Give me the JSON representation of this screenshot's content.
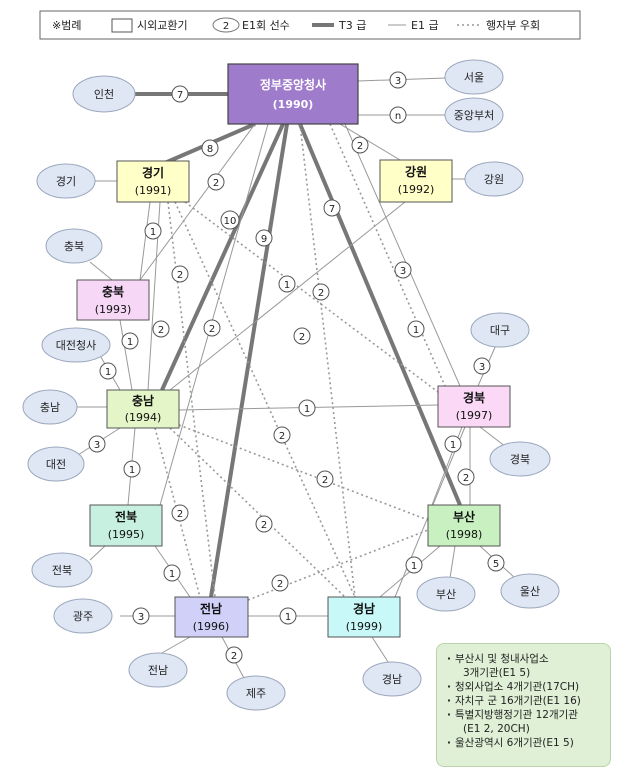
{
  "legend": {
    "title": "※범례",
    "system_label": "시외교환기",
    "count_sample": "2",
    "count_label": "E1회 선수",
    "t3_label": "T3 급",
    "e1_label": "E1 급",
    "dotted_label": "행자부 우회"
  },
  "systems": [
    {
      "id": "center",
      "title": "정부중앙청사",
      "year": "(1990)",
      "color": "#9f7bcb"
    },
    {
      "id": "gyeonggi",
      "title": "경기",
      "year": "(1991)",
      "color": "#ffffc8"
    },
    {
      "id": "gangwon",
      "title": "강원",
      "year": "(1992)",
      "color": "#ffffc8"
    },
    {
      "id": "chungbuk",
      "title": "충북",
      "year": "(1993)",
      "color": "#f6d8f6"
    },
    {
      "id": "chungnam",
      "title": "충남",
      "year": "(1994)",
      "color": "#e4f6c8"
    },
    {
      "id": "gyeongbuk",
      "title": "경북",
      "year": "(1997)",
      "color": "#fbd8f6"
    },
    {
      "id": "jeonbuk",
      "title": "전북",
      "year": "(1995)",
      "color": "#c8f0e0"
    },
    {
      "id": "busan",
      "title": "부산",
      "year": "(1998)",
      "color": "#c8f0c0"
    },
    {
      "id": "jeonnam",
      "title": "전남",
      "year": "(1996)",
      "color": "#d0d0f8"
    },
    {
      "id": "gyeongnam",
      "title": "경남",
      "year": "(1999)",
      "color": "#c8f8f8"
    }
  ],
  "nodes": [
    {
      "id": "incheon",
      "label": "인천"
    },
    {
      "id": "seoul",
      "label": "서울"
    },
    {
      "id": "ministries",
      "label": "중앙부처"
    },
    {
      "id": "gyeonggi_n",
      "label": "경기"
    },
    {
      "id": "gangwon_n",
      "label": "강원"
    },
    {
      "id": "chungbuk_n",
      "label": "충북"
    },
    {
      "id": "daejeon_gov",
      "label": "대전청사"
    },
    {
      "id": "chungnam_n",
      "label": "충남"
    },
    {
      "id": "daejeon",
      "label": "대전"
    },
    {
      "id": "daegu",
      "label": "대구"
    },
    {
      "id": "gyeongbuk_n",
      "label": "경북"
    },
    {
      "id": "jeonbuk_n",
      "label": "전북"
    },
    {
      "id": "busan_n",
      "label": "부산"
    },
    {
      "id": "ulsan",
      "label": "울산"
    },
    {
      "id": "gwangju",
      "label": "광주"
    },
    {
      "id": "jeonnam_n",
      "label": "전남"
    },
    {
      "id": "jeju",
      "label": "제주"
    },
    {
      "id": "gyeongnam_n",
      "label": "경남"
    }
  ],
  "counts": [
    "7",
    "3",
    "n",
    "8",
    "2",
    "2",
    "10",
    "9",
    "7",
    "3",
    "1",
    "2",
    "1",
    "2",
    "2",
    "1",
    "2",
    "2",
    "1",
    "1",
    "1",
    "3",
    "1",
    "1",
    "3",
    "1",
    "2",
    "2",
    "2",
    "2",
    "2",
    "1",
    "5",
    "3",
    "1",
    "2",
    "2",
    "2"
  ],
  "notes": [
    "부산시 및 청내사업소",
    "3개기관(E1 5)",
    "청외사업소 4개기관(17CH)",
    "자치구 군 16개기관(E1 16)",
    "특별지방행정기관 12개기관",
    "(E1 2, 20CH)",
    "울산광역시 6개기관(E1 5)"
  ]
}
